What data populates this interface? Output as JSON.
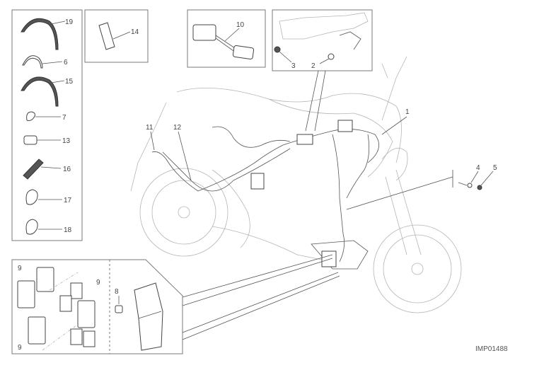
{
  "diagram": {
    "title_code": "IMP01488",
    "callouts": {
      "p1": "1",
      "p2": "2",
      "p3": "3",
      "p4": "4",
      "p5": "5",
      "p6": "6",
      "p7": "7",
      "p8": "8",
      "p9a": "9",
      "p9b": "9",
      "p9c": "9",
      "p10": "10",
      "p11": "11",
      "p12": "12",
      "p13": "13",
      "p14": "14",
      "p15": "15",
      "p16": "16",
      "p17": "17",
      "p18": "18",
      "p19": "19"
    }
  }
}
